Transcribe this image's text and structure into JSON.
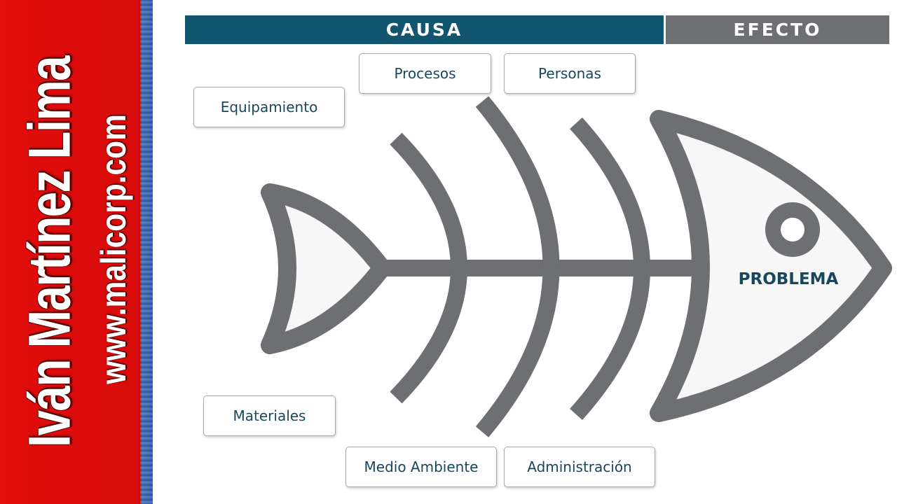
{
  "sidebar": {
    "author_name": "Iván Martínez Lima",
    "website": "www.malicorp.com"
  },
  "header": {
    "cause_label": "CAUSA",
    "effect_label": "EFECTO"
  },
  "categories": {
    "top": [
      "Equipamiento",
      "Procesos",
      "Personas"
    ],
    "bottom": [
      "Materiales",
      "Medio Ambiente",
      "Administración"
    ]
  },
  "problem_label": "PROBLEMA",
  "colors": {
    "brand_red": "#e20d0d",
    "cause_bar": "#12556e",
    "effect_bar": "#6e6f72",
    "fish": "#6e6f72",
    "label_text": "#17475c"
  }
}
